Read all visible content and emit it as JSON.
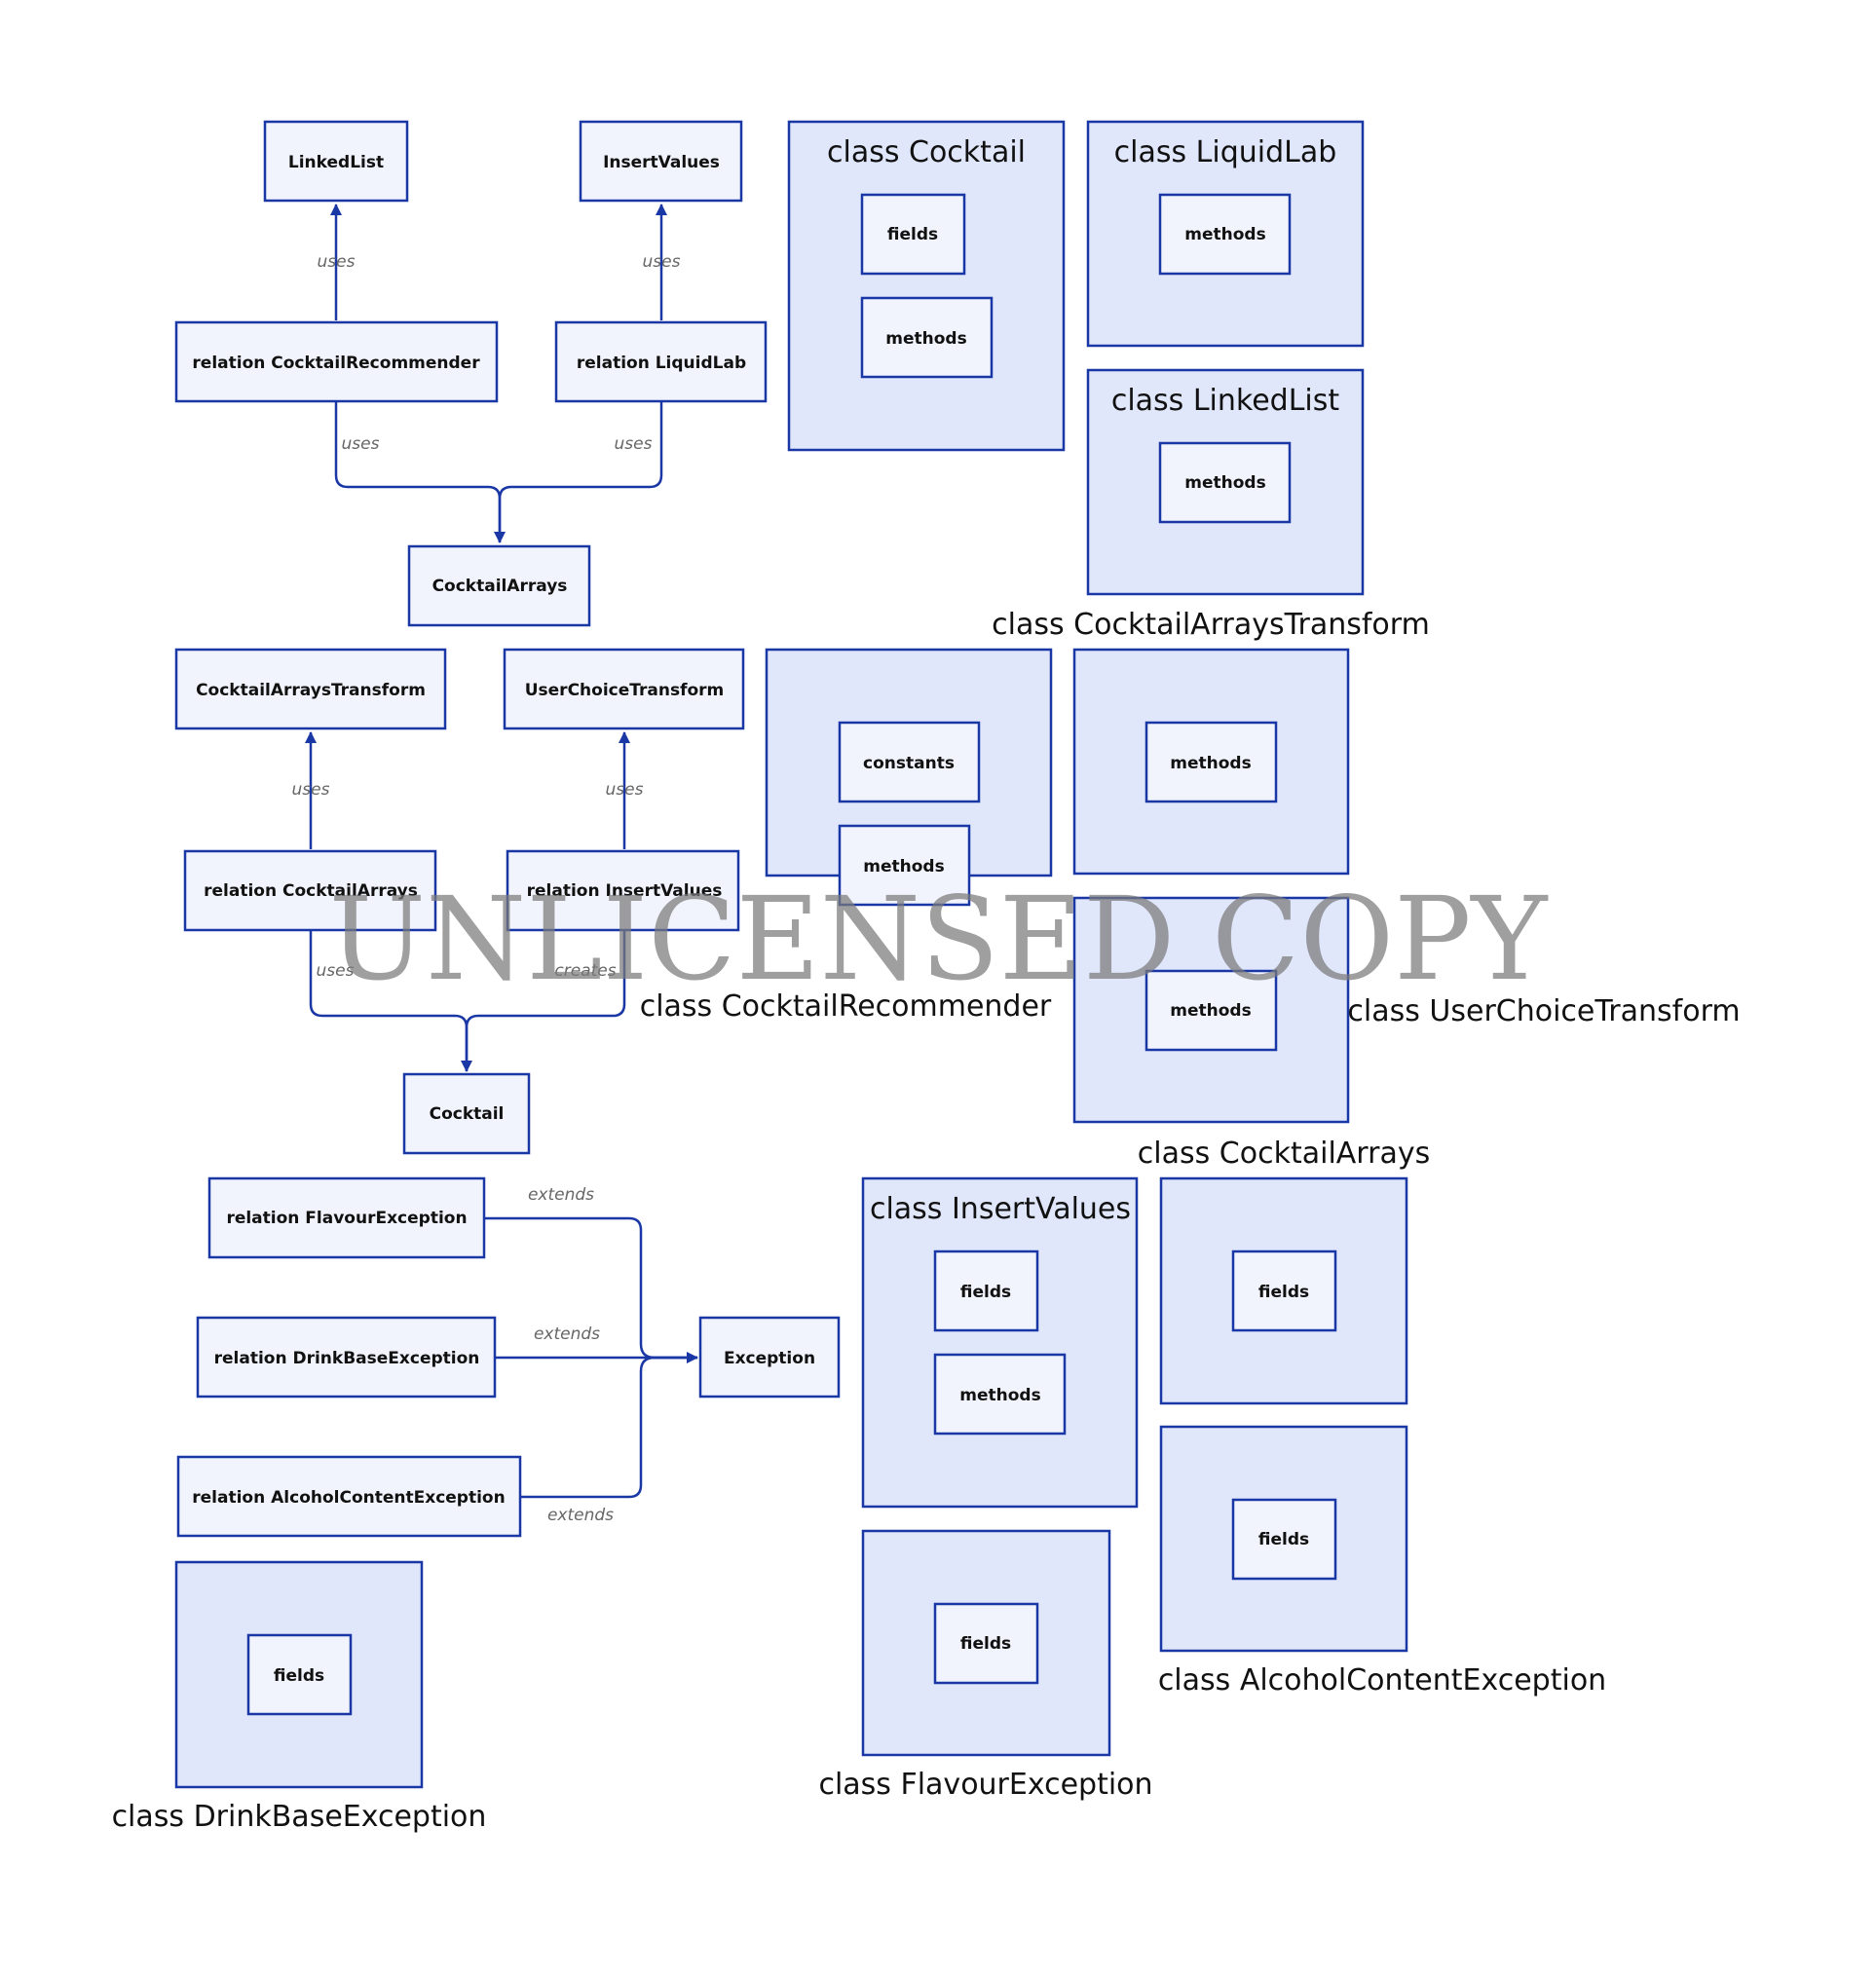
{
  "nodes": {
    "linkedlist": "LinkedList",
    "insertvalues": "InsertValues",
    "rel_cocktailrecommender": "relation CocktailRecommender",
    "rel_liquidlab": "relation LiquidLab",
    "cocktailarrays": "CocktailArrays",
    "cocktailarraystransform": "CocktailArraysTransform",
    "userchoicetransform": "UserChoiceTransform",
    "rel_cocktailarrays": "relation CocktailArrays",
    "rel_insertvalues": "relation InsertValues",
    "cocktail": "Cocktail",
    "rel_flavourexception": "relation FlavourException",
    "rel_drinkbaseexception": "relation DrinkBaseException",
    "rel_alcoholcontentexception": "relation AlcoholContentException",
    "exception": "Exception"
  },
  "edges": {
    "uses": "uses",
    "creates": "creates",
    "extends": "extends"
  },
  "clusters": {
    "cocktail": {
      "title": "class Cocktail",
      "fields": "fields",
      "methods": "methods"
    },
    "liquidlab": {
      "title": "class LiquidLab",
      "methods": "methods"
    },
    "linkedlist": {
      "title": "class LinkedList",
      "methods": "methods"
    },
    "cocktailarraystransform": {
      "title": "class CocktailArraysTransform",
      "methods": "methods"
    },
    "cocktailrecommender": {
      "title": "class CocktailRecommender",
      "constants": "constants",
      "methods": "methods"
    },
    "userchoicetransform": {
      "title": "class UserChoiceTransform",
      "methods": "methods"
    },
    "cocktailarrays": {
      "title": "class CocktailArrays"
    },
    "insertvalues": {
      "title": "class InsertValues",
      "fields": "fields",
      "methods": "methods"
    },
    "drinkbaseexception": {
      "title": "class DrinkBaseException",
      "fields": "fields"
    },
    "alcoholcontentexception_a": {
      "fields": "fields"
    },
    "alcoholcontentexception": {
      "title": "class AlcoholContentException",
      "fields": "fields"
    },
    "flavourexception": {
      "title": "class FlavourException",
      "fields": "fields"
    }
  },
  "watermark": "UNLICENSED COPY",
  "colors": {
    "stroke": "#1a37a6",
    "cluster_fill": "#e0e7fb",
    "node_fill": "#f2f4fd"
  }
}
